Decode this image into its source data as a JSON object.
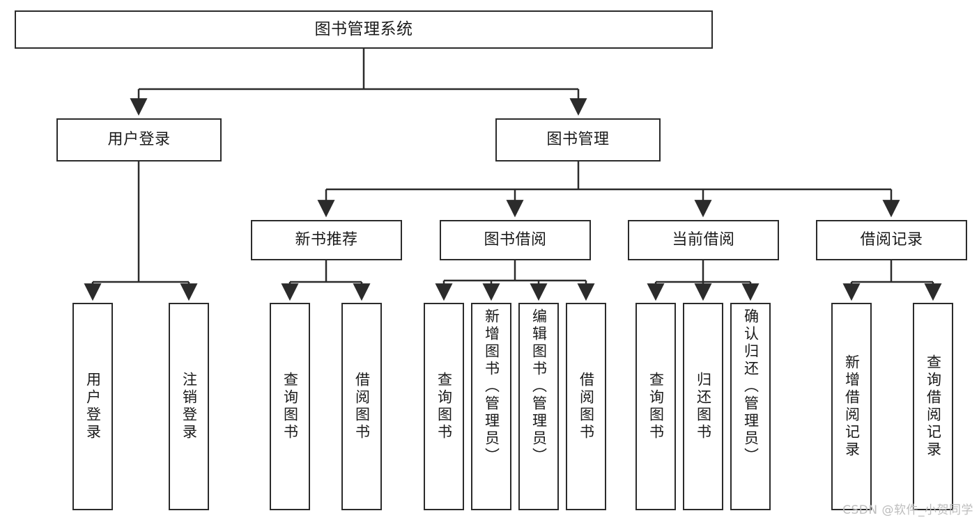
{
  "diagram": {
    "type": "tree-hierarchy-chart",
    "title": "图书管理系统",
    "colors": {
      "box_border": "#2b2b2b",
      "box_fill": "#ffffff",
      "line": "#2b2b2b",
      "text": "#1a1a1a",
      "watermark": "#bdbdbd",
      "background": "#ffffff"
    },
    "levels": {
      "level1": [
        "图书管理系统"
      ],
      "level2": [
        "用户登录",
        "图书管理"
      ],
      "level3": [
        "新书推荐",
        "图书借阅",
        "当前借阅",
        "借阅记录"
      ],
      "level4": [
        "用户登录",
        "注销登录",
        "查询图书",
        "借阅图书",
        "查询图书",
        "新增图书（管理员）",
        "编辑图书（管理员）",
        "借阅图书",
        "查询图书",
        "归还图书",
        "确认归还（管理员）",
        "新增借阅记录",
        "查询借阅记录"
      ]
    },
    "nodes": {
      "root": {
        "label": "图书管理系统"
      },
      "user_login": {
        "label": "用户登录"
      },
      "book_manage": {
        "label": "图书管理"
      },
      "new_book_rec": {
        "label": "新书推荐"
      },
      "book_borrow": {
        "label": "图书借阅"
      },
      "current_borrow": {
        "label": "当前借阅"
      },
      "borrow_record": {
        "label": "借阅记录"
      },
      "leaf_user_login": {
        "label": "用户登录"
      },
      "leaf_logout": {
        "label": "注销登录"
      },
      "leaf_query_book_a": {
        "label": "查询图书"
      },
      "leaf_borrow_book_a": {
        "label": "借阅图书"
      },
      "leaf_query_book_b": {
        "label": "查询图书"
      },
      "leaf_add_book": {
        "label": "新增图书（管理员）"
      },
      "leaf_edit_book": {
        "label": "编辑图书（管理员）"
      },
      "leaf_borrow_book_b": {
        "label": "借阅图书"
      },
      "leaf_query_book_c": {
        "label": "查询图书"
      },
      "leaf_return_book": {
        "label": "归还图书"
      },
      "leaf_confirm_return": {
        "label": "确认归还（管理员）"
      },
      "leaf_add_record": {
        "label": "新增借阅记录"
      },
      "leaf_query_record": {
        "label": "查询借阅记录"
      }
    },
    "watermark": "CSDN @软件_小贺同学"
  }
}
